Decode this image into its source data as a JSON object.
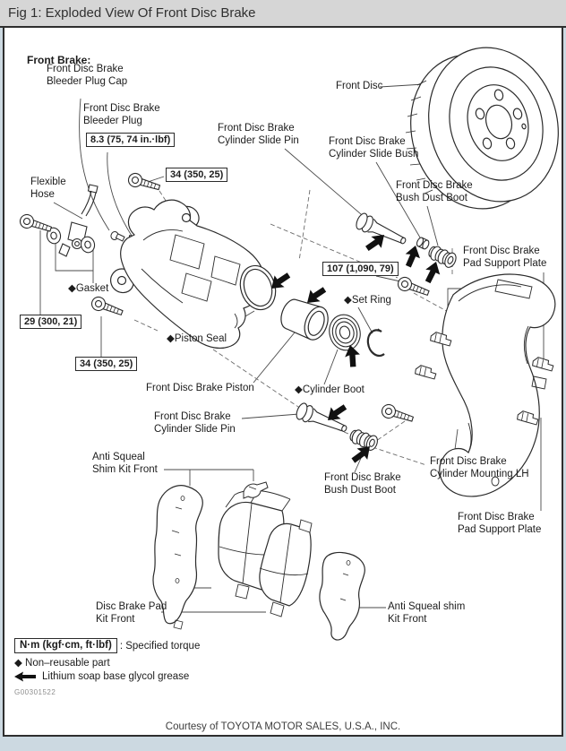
{
  "header": {
    "title": "Fig 1: Exploded View Of Front Disc Brake"
  },
  "section_label": "Front Brake:",
  "part_labels": {
    "bleeder_plug_cap": "Front Disc Brake\nBleeder Plug Cap",
    "bleeder_plug": "Front Disc Brake\nBleeder Plug",
    "flexible_hose": "Flexible\nHose",
    "front_disc": "Front Disc",
    "slide_pin_upper": "Front Disc Brake\nCylinder Slide Pin",
    "slide_bush": "Front Disc Brake\nCylinder Slide Bush",
    "bush_dust_boot_upper": "Front Disc Brake\nBush Dust Boot",
    "pad_support_upper": "Front Disc Brake\nPad Support Plate",
    "set_ring": "◆Set Ring",
    "gasket": "◆Gasket",
    "piston_seal": "◆Piston Seal",
    "piston": "Front Disc Brake Piston",
    "cylinder_boot": "◆Cylinder Boot",
    "slide_pin_lower": "Front Disc Brake\nCylinder Slide Pin",
    "anti_squeal_1": "Anti Squeal\nShim Kit Front",
    "bush_dust_boot_lower": "Front Disc Brake\nBush Dust Boot",
    "cylinder_mounting": "Front Disc Brake\nCylinder Mounting LH",
    "pad_support_lower": "Front Disc Brake\nPad Support Plate",
    "pad_kit": "Disc Brake Pad\nKit Front",
    "anti_squeal_2": "Anti Squeal shim\nKit Front"
  },
  "torque_boxes": {
    "bleeder": "8.3 (75, 74 in.·lbf)",
    "caliper_top": "34 (350, 25)",
    "banjo": "29 (300, 21)",
    "caliper_lower": "34 (350, 25)",
    "mounting": "107 (1,090, 79)"
  },
  "legend": {
    "unit_box": "N·m (kgf·cm, ft·lbf)",
    "unit_desc": ": Specified torque",
    "non_reusable": "◆ Non–reusable part",
    "grease": "Lithium soap base glycol grease"
  },
  "figure_code": "G00301522",
  "footer": "Courtesy of TOYOTA MOTOR SALES, U.S.A., INC.",
  "colors": {
    "header_bg": "#d6d6d6",
    "line": "#2b2b2b",
    "page_edge": "#ccd9e1"
  }
}
